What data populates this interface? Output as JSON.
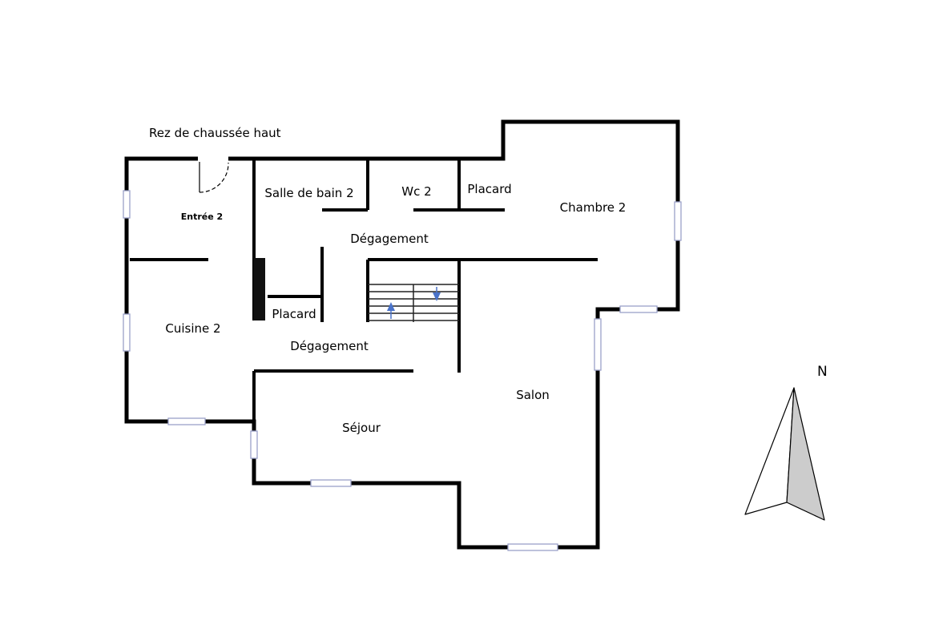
{
  "plan": {
    "title": "Rez de chaussée haut",
    "rooms": {
      "entree": "Entrée 2",
      "cuisine": "Cuisine 2",
      "salle_de_bain": "Salle de bain 2",
      "wc": "Wc 2",
      "placard_top": "Placard",
      "placard_left": "Placard",
      "degagement_top": "Dégagement",
      "degagement_bottom": "Dégagement",
      "chambre": "Chambre 2",
      "salon": "Salon",
      "sejour": "Séjour"
    },
    "compass_label": "N"
  },
  "colors": {
    "wall": "#000000",
    "window": "#9aa0c8",
    "stair_arrow": "#4a73c9",
    "compass_shade": "#cccccc"
  }
}
